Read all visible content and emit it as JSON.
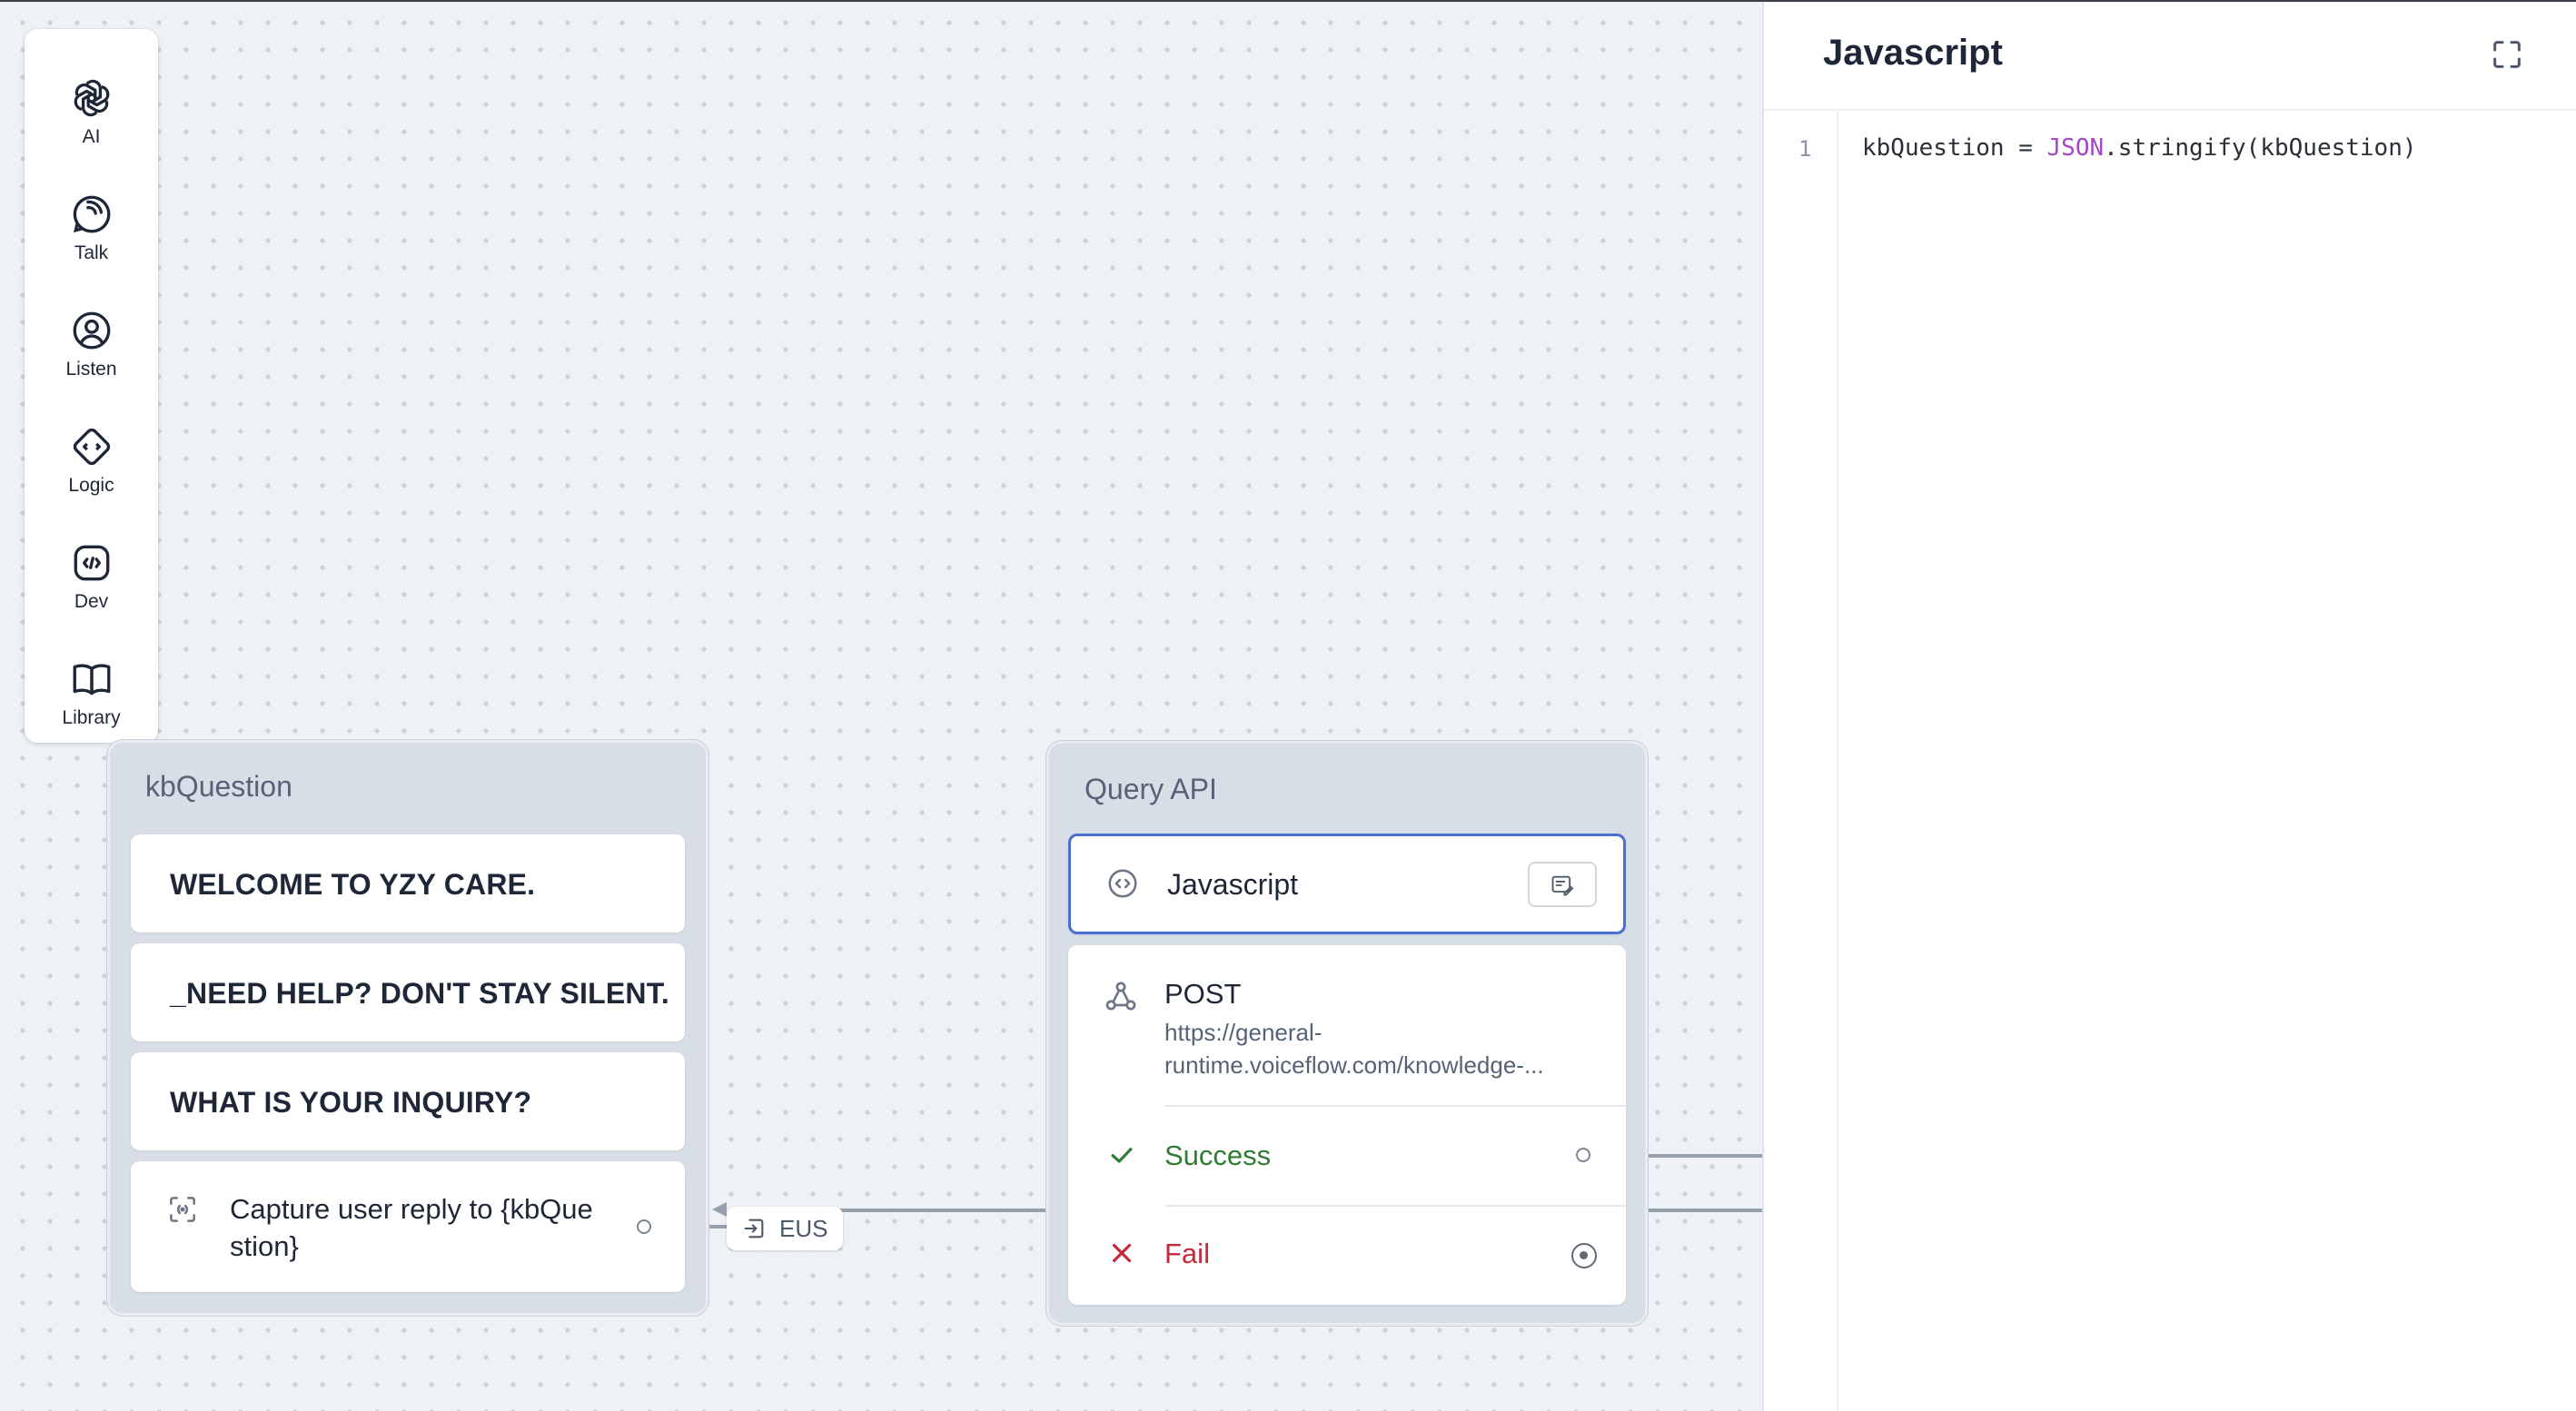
{
  "toolbar": {
    "items": [
      {
        "label": "AI",
        "icon": "openai-icon"
      },
      {
        "label": "Talk",
        "icon": "chat-bubble-icon"
      },
      {
        "label": "Listen",
        "icon": "user-circle-icon"
      },
      {
        "label": "Logic",
        "icon": "diamond-arrows-icon"
      },
      {
        "label": "Dev",
        "icon": "code-box-icon"
      },
      {
        "label": "Library",
        "icon": "book-icon"
      }
    ]
  },
  "blocks": {
    "kb": {
      "title": "kbQuestion",
      "steps": [
        "WELCOME TO YZY CARE.",
        "_NEED HELP? DON'T STAY SILENT.",
        "WHAT IS YOUR INQUIRY?"
      ],
      "capture": "Capture user reply to {kbQuestion}",
      "capture_line1": "Capture user reply to {kbQue",
      "capture_line2": "stion}"
    },
    "connector_label": "EUS",
    "query": {
      "title": "Query API",
      "javascript_label": "Javascript",
      "api_method": "POST",
      "api_url_line1": "https://general-",
      "api_url_line2": "runtime.voiceflow.com/knowledge-...",
      "success_label": "Success",
      "fail_label": "Fail"
    }
  },
  "panel": {
    "title": "Javascript",
    "line_number": "1",
    "code": {
      "var": "kbQuestion",
      "eq": " = ",
      "kw": "JSON",
      "rest": ".stringify(kbQuestion)"
    }
  },
  "colors": {
    "success": "#2e7d32",
    "fail": "#c62839",
    "selected_border": "#4a6fd1",
    "keyword": "#a347c9"
  }
}
